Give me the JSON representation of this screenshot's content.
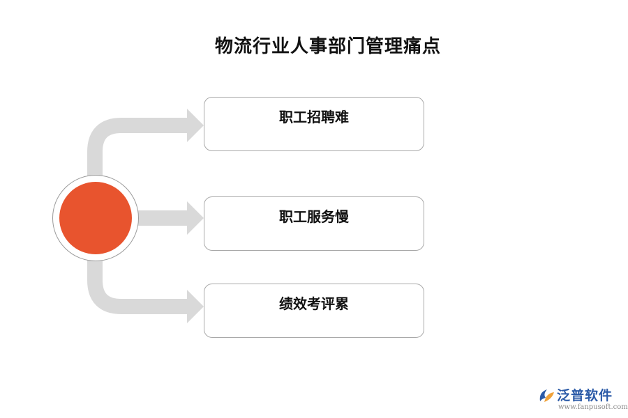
{
  "title": "物流行业人事部门管理痛点",
  "boxes": [
    {
      "label": "职工招聘难"
    },
    {
      "label": "职工服务慢"
    },
    {
      "label": "绩效考评累"
    }
  ],
  "colors": {
    "center": "#e8542e",
    "arrow": "#d9d9d9",
    "box_border": "#a8a8a8",
    "brand": "#2b5aa7"
  },
  "brand": {
    "name": "泛普软件",
    "url": "www.fanpusoft.com",
    "icon": "fanpu-logo-icon"
  }
}
